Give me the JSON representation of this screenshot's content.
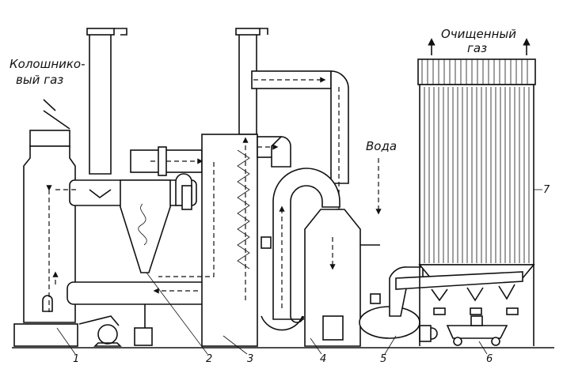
{
  "labels": {
    "inlet_gas_line1": "Колошнико-",
    "inlet_gas_line2": "вый газ",
    "clean_gas_line1": "Очищенный",
    "clean_gas_line2": "газ",
    "water": "Вода"
  },
  "callouts": [
    "1",
    "2",
    "3",
    "4",
    "5",
    "6",
    "7"
  ]
}
